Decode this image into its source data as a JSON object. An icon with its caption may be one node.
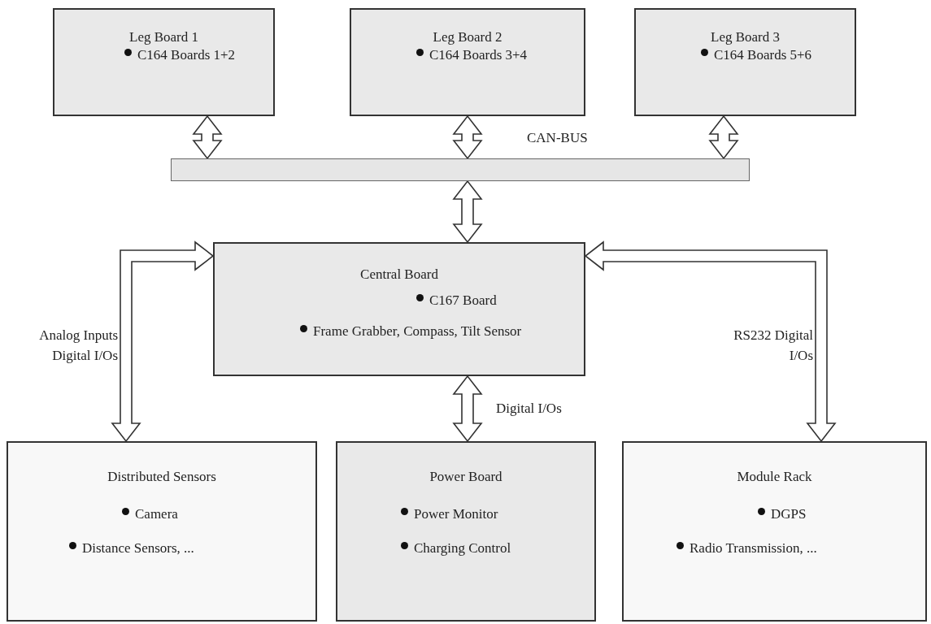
{
  "diagram": {
    "nodes": [
      {
        "text": [
          "Leg Board 1",
          "C164 Boards 1+2"
        ]
      },
      {
        "text": [
          "Leg Board 2",
          "C164 Boards 3+4"
        ]
      },
      {
        "text": [
          "Leg Board 3",
          "C164 Boards 5+6"
        ]
      },
      {
        "text": [
          "CAN-BUS"
        ]
      },
      {
        "text": [
          "Central Board",
          "C167 Board",
          "Frame Grabber, Compass, Tilt Sensor"
        ]
      },
      {
        "text": [
          "Distributed Sensors",
          "Camera",
          "Distance Sensors, ..."
        ]
      },
      {
        "text": [
          "Power Board",
          "Power Monitor",
          "Charging Control"
        ]
      },
      {
        "text": [
          "Module Rack",
          "DGPS",
          "Radio Transmission, ..."
        ]
      }
    ],
    "edges": [
      {
        "from": 0,
        "to": 3,
        "arrow": "both"
      },
      {
        "from": 1,
        "to": 3,
        "arrow": "both"
      },
      {
        "from": 2,
        "to": 3,
        "arrow": "both"
      },
      {
        "from": 3,
        "to": 4,
        "arrow": "both"
      },
      {
        "from": 4,
        "to": 5,
        "arrow": "both",
        "label": "Analog Inputs Digital I/Os"
      },
      {
        "from": 4,
        "to": 6,
        "arrow": "both",
        "label": "Digital I/Os"
      },
      {
        "from": 4,
        "to": 7,
        "arrow": "both",
        "label": "RS232 Digital I/Os"
      }
    ]
  }
}
